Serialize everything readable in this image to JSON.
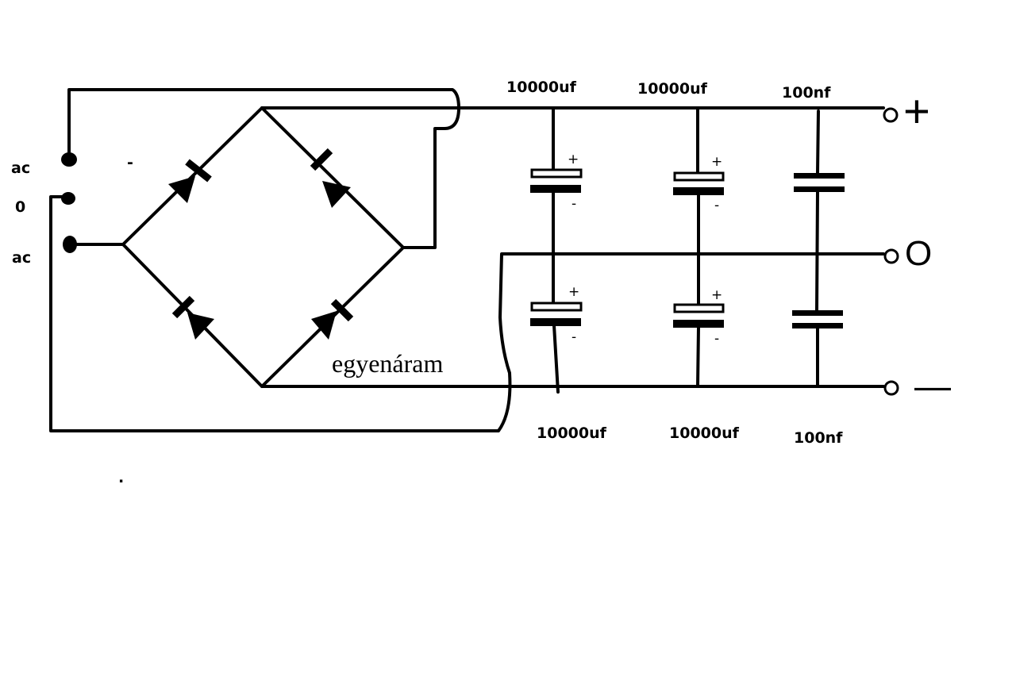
{
  "labels": {
    "input_top": "ac",
    "input_mid": "0",
    "input_bottom": "ac",
    "bridge_minus": "-",
    "stray_dot": ".",
    "dc_label": "egyenáram"
  },
  "capacitors": {
    "top_row": [
      "10000uf",
      "10000uf",
      "100nf"
    ],
    "bottom_row": [
      "10000uf",
      "10000uf",
      "100nf"
    ],
    "plus_sign": "+",
    "minus_sign": "-"
  },
  "outputs": {
    "positive": "+",
    "zero": "O",
    "negative": "—"
  }
}
